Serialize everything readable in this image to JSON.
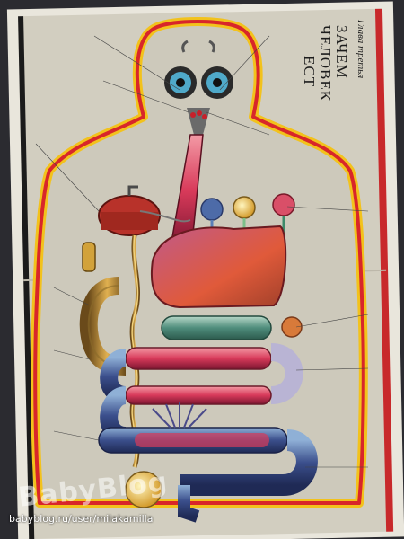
{
  "page": {
    "chapter_label": "Глава третья",
    "title_lines": [
      "ЗАЧЕМ",
      "ЧЕЛОВЕК",
      "ЕСТ"
    ]
  },
  "watermark": {
    "logo": "BabyBlog",
    "url": "babyblog.ru/user/milakamilla"
  },
  "colors": {
    "paper": "#d9d6c9",
    "body_fill": "#cfcbbd",
    "outline_red": "#d8262a",
    "outline_yellow": "#f2c21c",
    "black_stripe": "#1b1b1b"
  }
}
